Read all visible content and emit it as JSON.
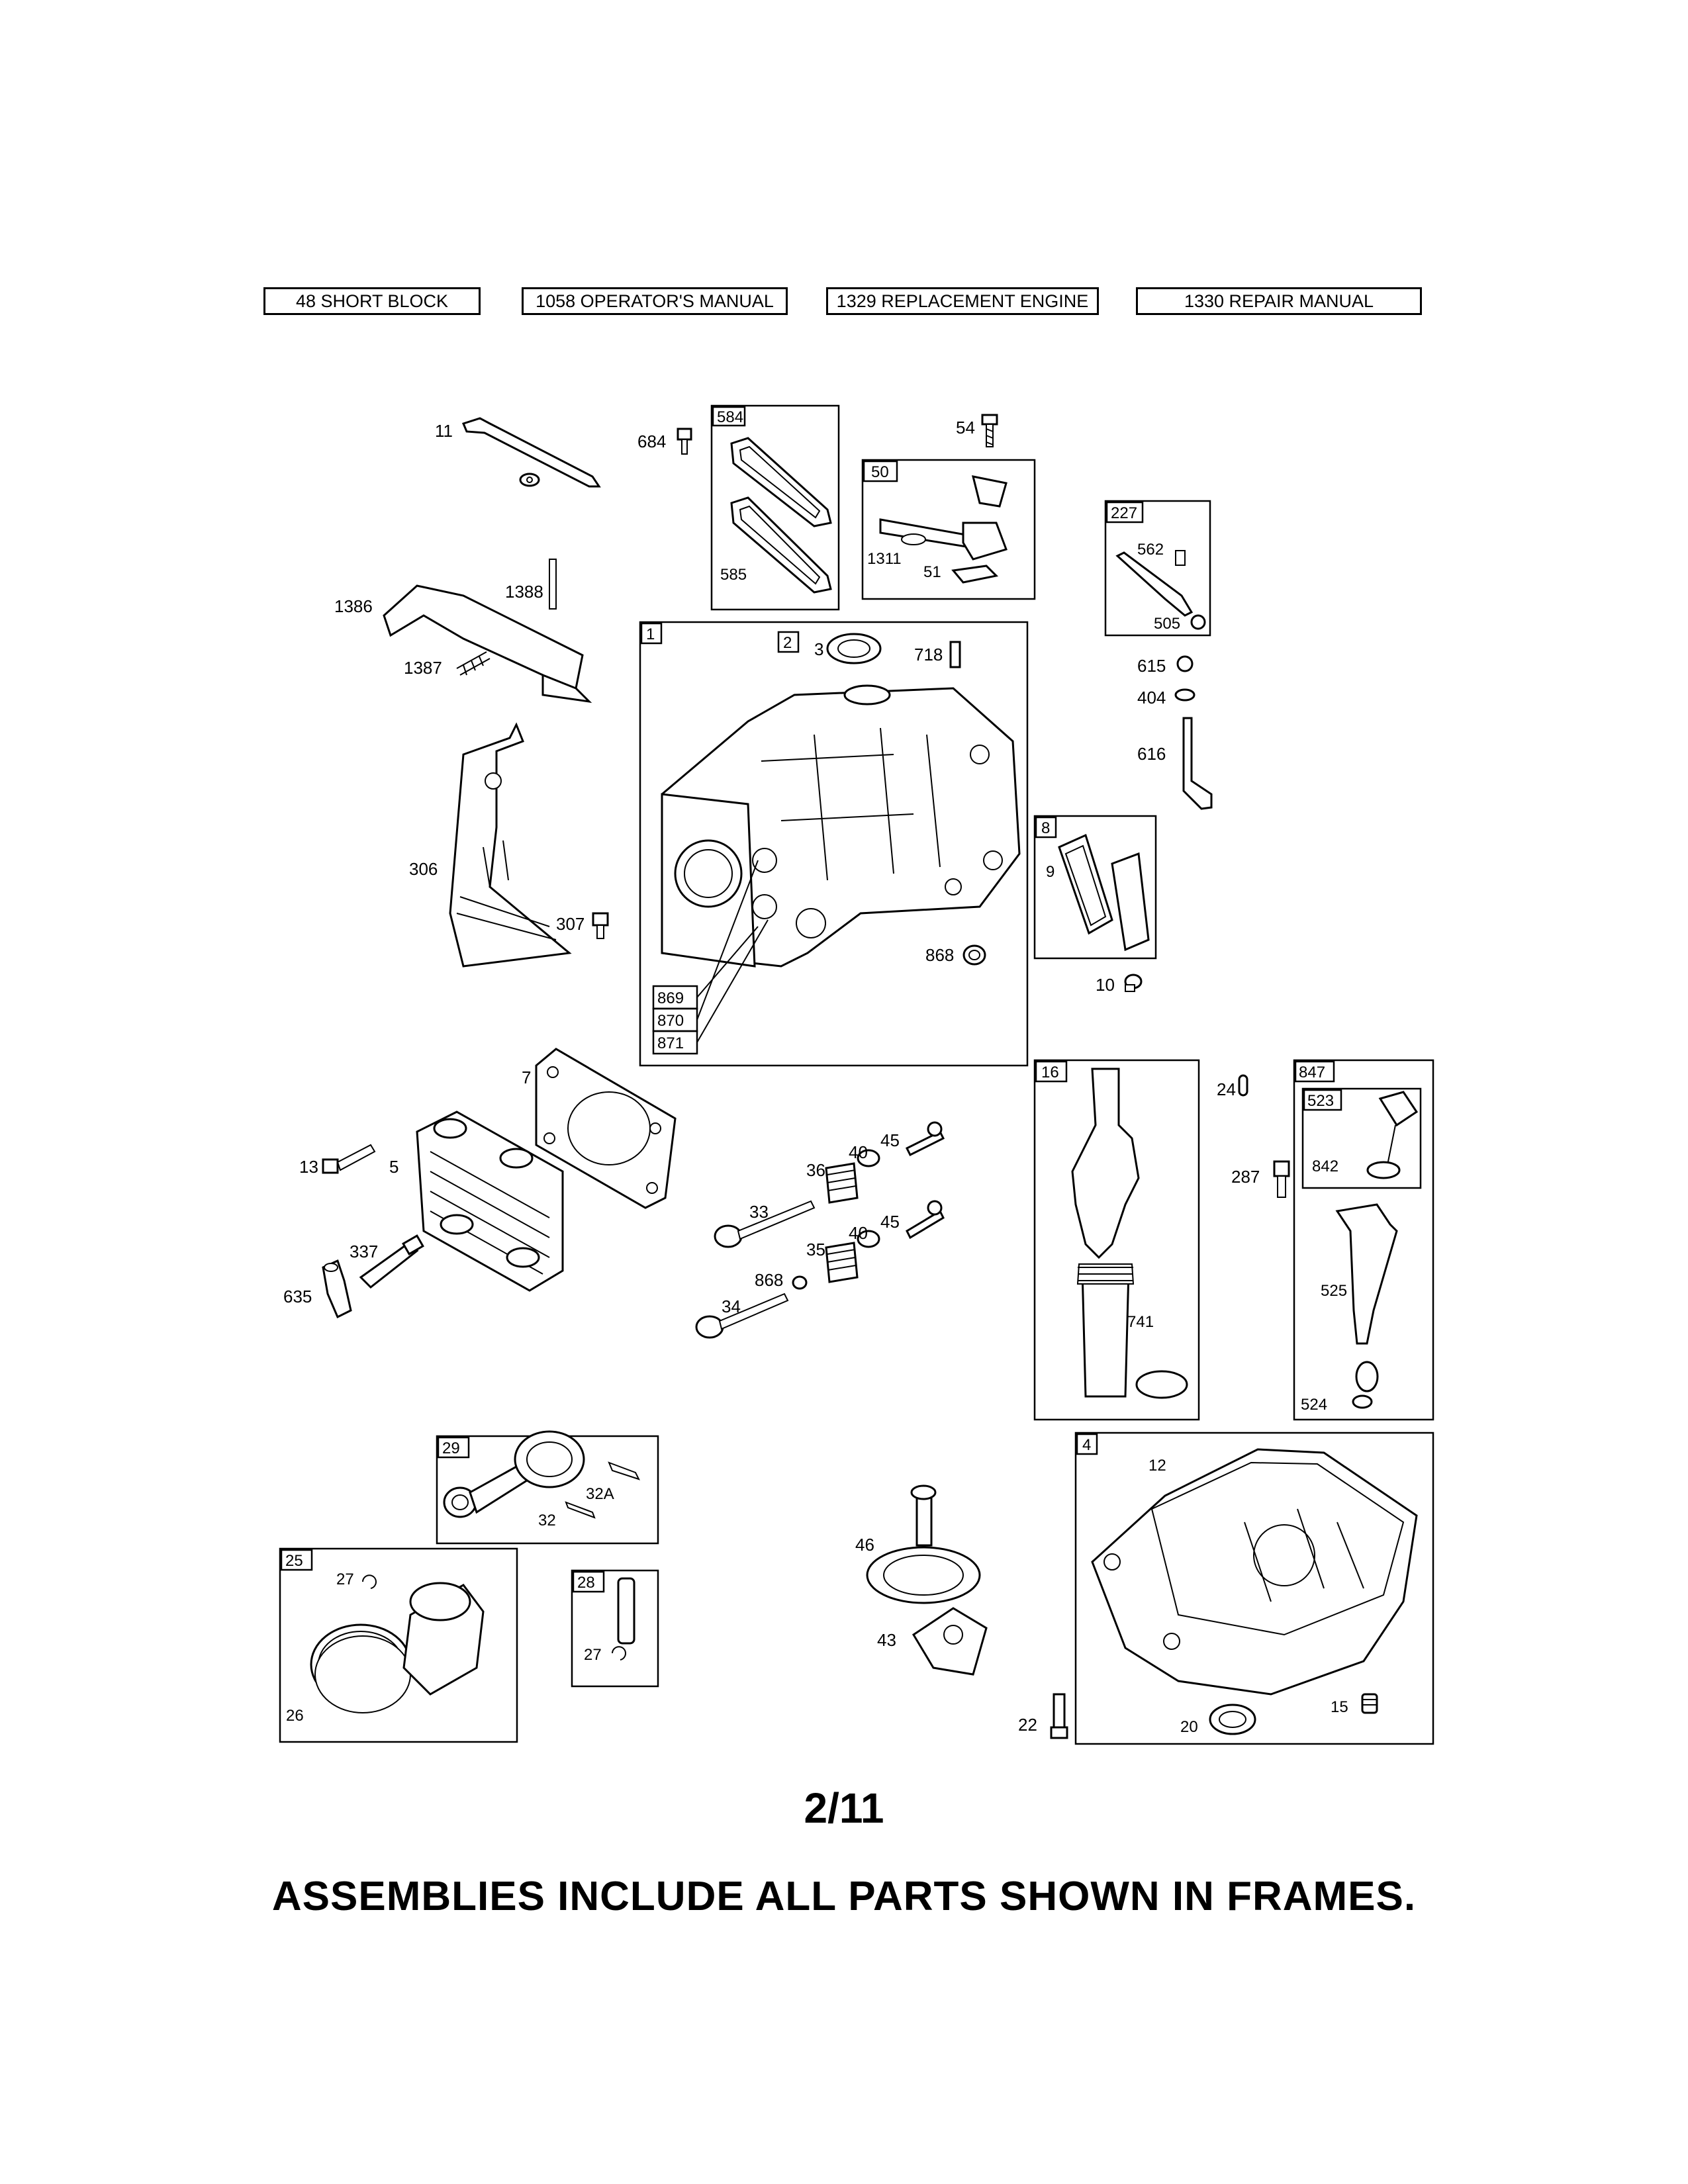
{
  "header": {
    "refs": [
      {
        "id": "short-block",
        "label": "48 SHORT BLOCK"
      },
      {
        "id": "operators-manual",
        "label": "1058 OPERATOR'S MANUAL"
      },
      {
        "id": "replacement-engine",
        "label": "1329 REPLACEMENT ENGINE"
      },
      {
        "id": "repair-manual",
        "label": "1330 REPAIR MANUAL"
      }
    ]
  },
  "parts": {
    "p11": "11",
    "p684": "684",
    "p54": "54",
    "p1386": "1386",
    "p1388": "1388",
    "p1387": "1387",
    "p3": "3",
    "p718": "718",
    "p615": "615",
    "p404": "404",
    "p616": "616",
    "p306": "306",
    "p307": "307",
    "p868a": "868",
    "p10": "10",
    "p7": "7",
    "p13": "13",
    "p5": "5",
    "p337": "337",
    "p635": "635",
    "p45a": "45",
    "p40a": "40",
    "p36": "36",
    "p33": "33",
    "p45b": "45",
    "p40b": "40",
    "p35": "35",
    "p868b": "868",
    "p34": "34",
    "p24": "24",
    "p287": "287",
    "p46": "46",
    "p43": "43",
    "p22": "22"
  },
  "frames": {
    "f584": {
      "tag": "584",
      "items": [
        "585"
      ]
    },
    "f50": {
      "tag": "50",
      "items": [
        "1311",
        "51"
      ]
    },
    "f227": {
      "tag": "227",
      "items": [
        "562",
        "505"
      ]
    },
    "f1": {
      "tag": "1",
      "items": [
        "2"
      ]
    },
    "f8": {
      "tag": "8",
      "items": [
        "9"
      ]
    },
    "f869": {
      "items": [
        "869",
        "870",
        "871"
      ]
    },
    "f16": {
      "tag": "16",
      "items": [
        "741"
      ]
    },
    "f847": {
      "tag": "847",
      "items": [
        "842",
        "525",
        "524"
      ]
    },
    "f523": {
      "tag": "523"
    },
    "f29": {
      "tag": "29",
      "items": [
        "32A",
        "32"
      ]
    },
    "f25": {
      "tag": "25",
      "items": [
        "27",
        "26"
      ]
    },
    "f28": {
      "tag": "28",
      "items": [
        "27"
      ]
    },
    "f4": {
      "tag": "4",
      "items": [
        "12",
        "15",
        "20"
      ]
    }
  },
  "page_number": "2/11",
  "footer": "ASSEMBLIES INCLUDE ALL PARTS SHOWN IN FRAMES."
}
